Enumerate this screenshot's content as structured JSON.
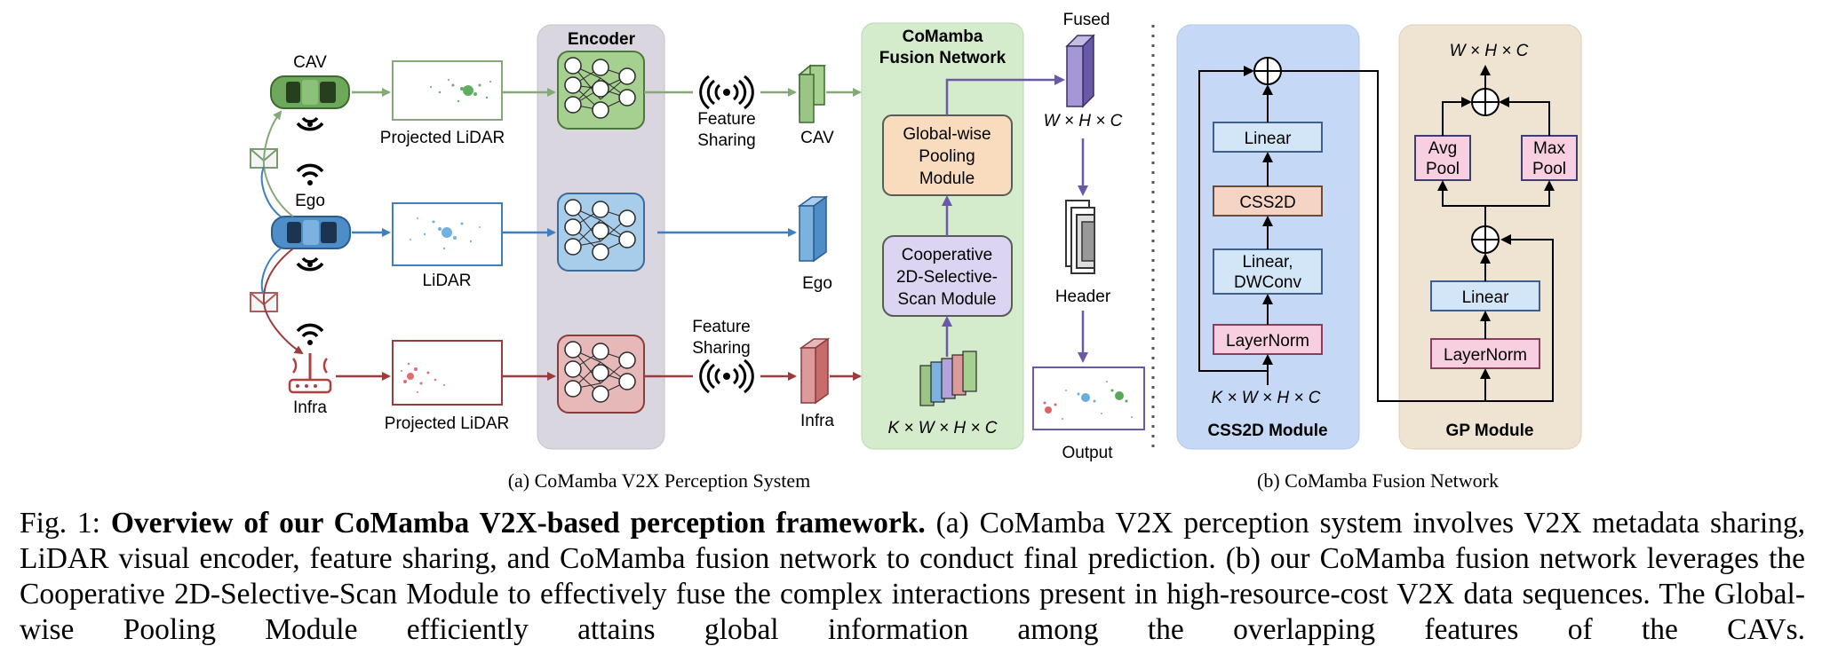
{
  "figure": {
    "encoder_title": "Encoder",
    "fusion_title_1": "CoMamba",
    "fusion_title_2": "Fusion Network",
    "fused_label": "Fused",
    "fused_dims": "W × H × C",
    "header_label": "Header",
    "output_label": "Output",
    "agents": {
      "cav": "CAV",
      "ego": "Ego",
      "infra": "Infra"
    },
    "lidar_labels": {
      "cav": "Projected LiDAR",
      "ego": "LiDAR",
      "infra": "Projected LiDAR"
    },
    "feature_sharing_top": [
      "Feature",
      "Sharing"
    ],
    "feature_sharing_bottom": [
      "Feature",
      "Sharing"
    ],
    "feature_labels": {
      "cav": "CAV",
      "ego": "Ego",
      "infra": "Infra"
    },
    "gp_module_lines": [
      "Global-wise",
      "Pooling",
      "Module"
    ],
    "css_module_lines": [
      "Cooperative",
      "2D-Selective-",
      "Scan Module"
    ],
    "stack_dims": "K × W × H × C",
    "subcaption_a": "(a)  CoMamba V2X Perception System",
    "subcaption_b": "(b) CoMamba Fusion Network",
    "css2d_panel": {
      "title": "CSS2D Module",
      "linear": "Linear",
      "css2d": "CSS2D",
      "linear_dw_1": "Linear,",
      "linear_dw_2": "DWConv",
      "layernorm": "LayerNorm",
      "input_dims": "K × W × H × C"
    },
    "gp_panel": {
      "title": "GP Module",
      "out_dims": "W × H × C",
      "avg_1": "Avg",
      "avg_2": "Pool",
      "max_1": "Max",
      "max_2": "Pool",
      "linear": "Linear",
      "layernorm": "LayerNorm"
    }
  },
  "caption": {
    "prefix": "Fig. 1: ",
    "bold": "Overview of our CoMamba V2X-based perception framework.",
    "text": " (a) CoMamba V2X perception system involves V2X metadata sharing, LiDAR visual encoder, feature sharing, and CoMamba fusion network to conduct final prediction. (b) our CoMamba fusion network leverages the Cooperative 2D-Selective-Scan Module to effectively fuse the complex interactions present in high-resource-cost V2X data sequences. The Global-wise Pooling Module efficiently attains global information among the overlapping features of the CAVs."
  }
}
